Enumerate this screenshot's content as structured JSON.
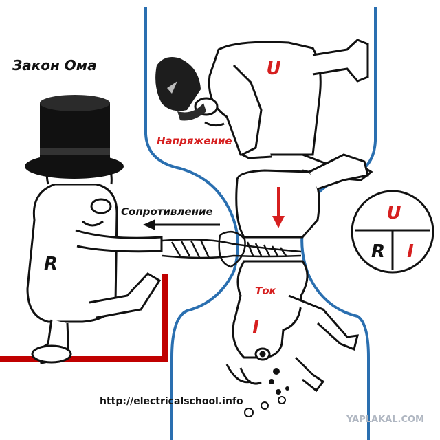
{
  "title": "Закон Ома",
  "labels": {
    "voltage": "Напряжение",
    "resistance": "Сопротивление",
    "current": "Ток"
  },
  "characters": {
    "u": "U",
    "r": "R",
    "i": "I"
  },
  "formula": {
    "top": "U",
    "bottom_left": "R",
    "bottom_right": "I"
  },
  "url": "http://electricalschool.info",
  "watermark": "YAPLAKAL.COM",
  "colors": {
    "pipe": "#2a6fb0",
    "accent": "#d61f1f",
    "wire": "#c00000",
    "ink": "#111111"
  }
}
